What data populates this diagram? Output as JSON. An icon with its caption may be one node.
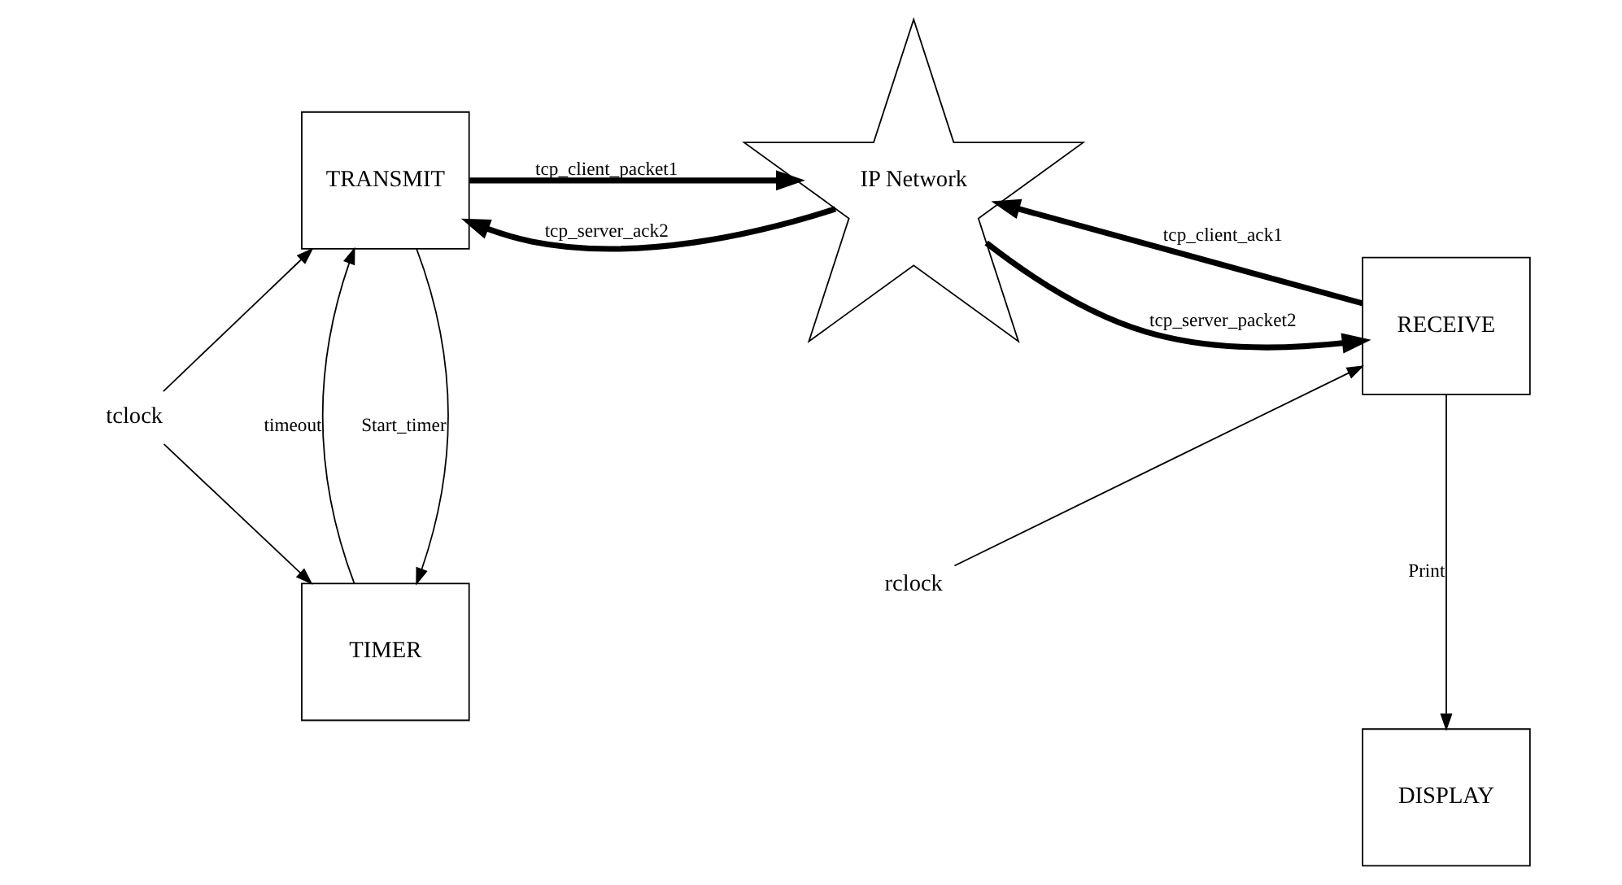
{
  "diagram": {
    "nodes": [
      {
        "text": [
          "TIMER"
        ]
      },
      {
        "text": [
          "TRANSMIT"
        ]
      },
      {
        "text": [
          "IP Network"
        ]
      },
      {
        "text": [
          "RECEIVE"
        ]
      },
      {
        "text": [
          "DISPLAY"
        ]
      },
      {
        "text": [
          "tclock"
        ]
      },
      {
        "text": [
          "rclock"
        ]
      }
    ],
    "edges": [
      {
        "from": 5,
        "to": 0,
        "arrow": "to"
      },
      {
        "from": 5,
        "to": 1,
        "arrow": "to"
      },
      {
        "from": 1,
        "to": 0,
        "arrow": "to",
        "label": "Start_timer"
      },
      {
        "from": 0,
        "to": 1,
        "arrow": "to",
        "label": "timeout"
      },
      {
        "from": 1,
        "to": 2,
        "arrow": "to",
        "label": "tcp_client_packet1",
        "style": "thick"
      },
      {
        "from": 2,
        "to": 3,
        "arrow": "to",
        "label": "tcp_server_packet2",
        "style": "thick"
      },
      {
        "from": 3,
        "to": 2,
        "arrow": "to",
        "label": "tcp_client_ack1",
        "style": "thick"
      },
      {
        "from": 2,
        "to": 1,
        "arrow": "to",
        "label": "tcp_server_ack2",
        "style": "thick"
      },
      {
        "from": 3,
        "to": 4,
        "arrow": "to",
        "label": "Print"
      },
      {
        "from": 6,
        "to": 3,
        "arrow": "to"
      }
    ]
  }
}
